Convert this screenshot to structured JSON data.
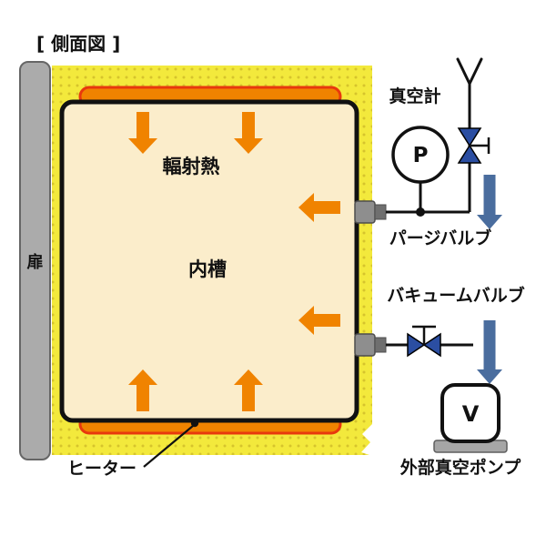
{
  "title": "[ 側面図 ]",
  "diagram": {
    "door_label": "扉",
    "inner_chamber_label": "内槽",
    "radiant_heat_label": "輻射熱",
    "heater_label": "ヒーター",
    "vacuum_gauge_label": "真空計",
    "gauge_symbol": "P",
    "purge_valve_label": "パージバルブ",
    "vacuum_valve_label": "バキュームバルブ",
    "pump_symbol": "V",
    "external_pump_label": "外部真空ポンプ"
  },
  "colors": {
    "insulation_yellow": "#F3E93C",
    "insulation_dot": "#D6C42C",
    "chamber_cream": "#FBEDCB",
    "heater_fill": "#F08300",
    "heater_stroke": "#E8380D",
    "arrow_orange": "#F08300",
    "arrow_blue": "#4A6D9E",
    "valve_blue": "#2B4EA2",
    "door_gray": "#ABABAB",
    "fitting_gray": "#8E8E8E",
    "radiant_text_red": "#E8380D"
  }
}
